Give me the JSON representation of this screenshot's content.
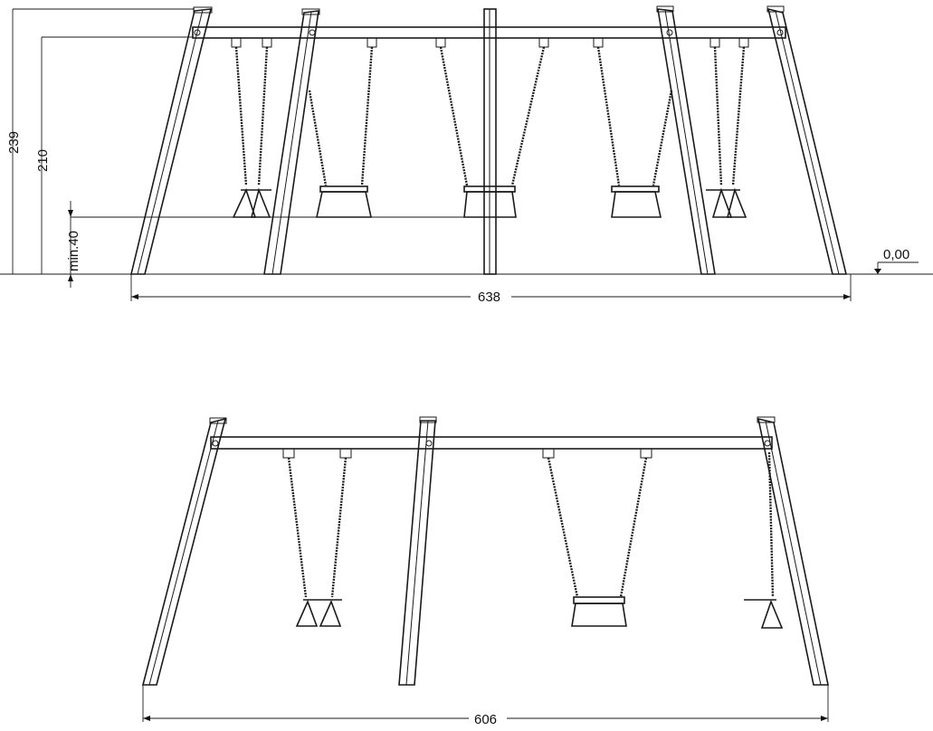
{
  "dimensions": {
    "height_total": "239",
    "height_beam": "210",
    "seat_min_clearance": "min.40",
    "ground_level": "0,00",
    "width_top": "638",
    "width_bottom": "606"
  }
}
